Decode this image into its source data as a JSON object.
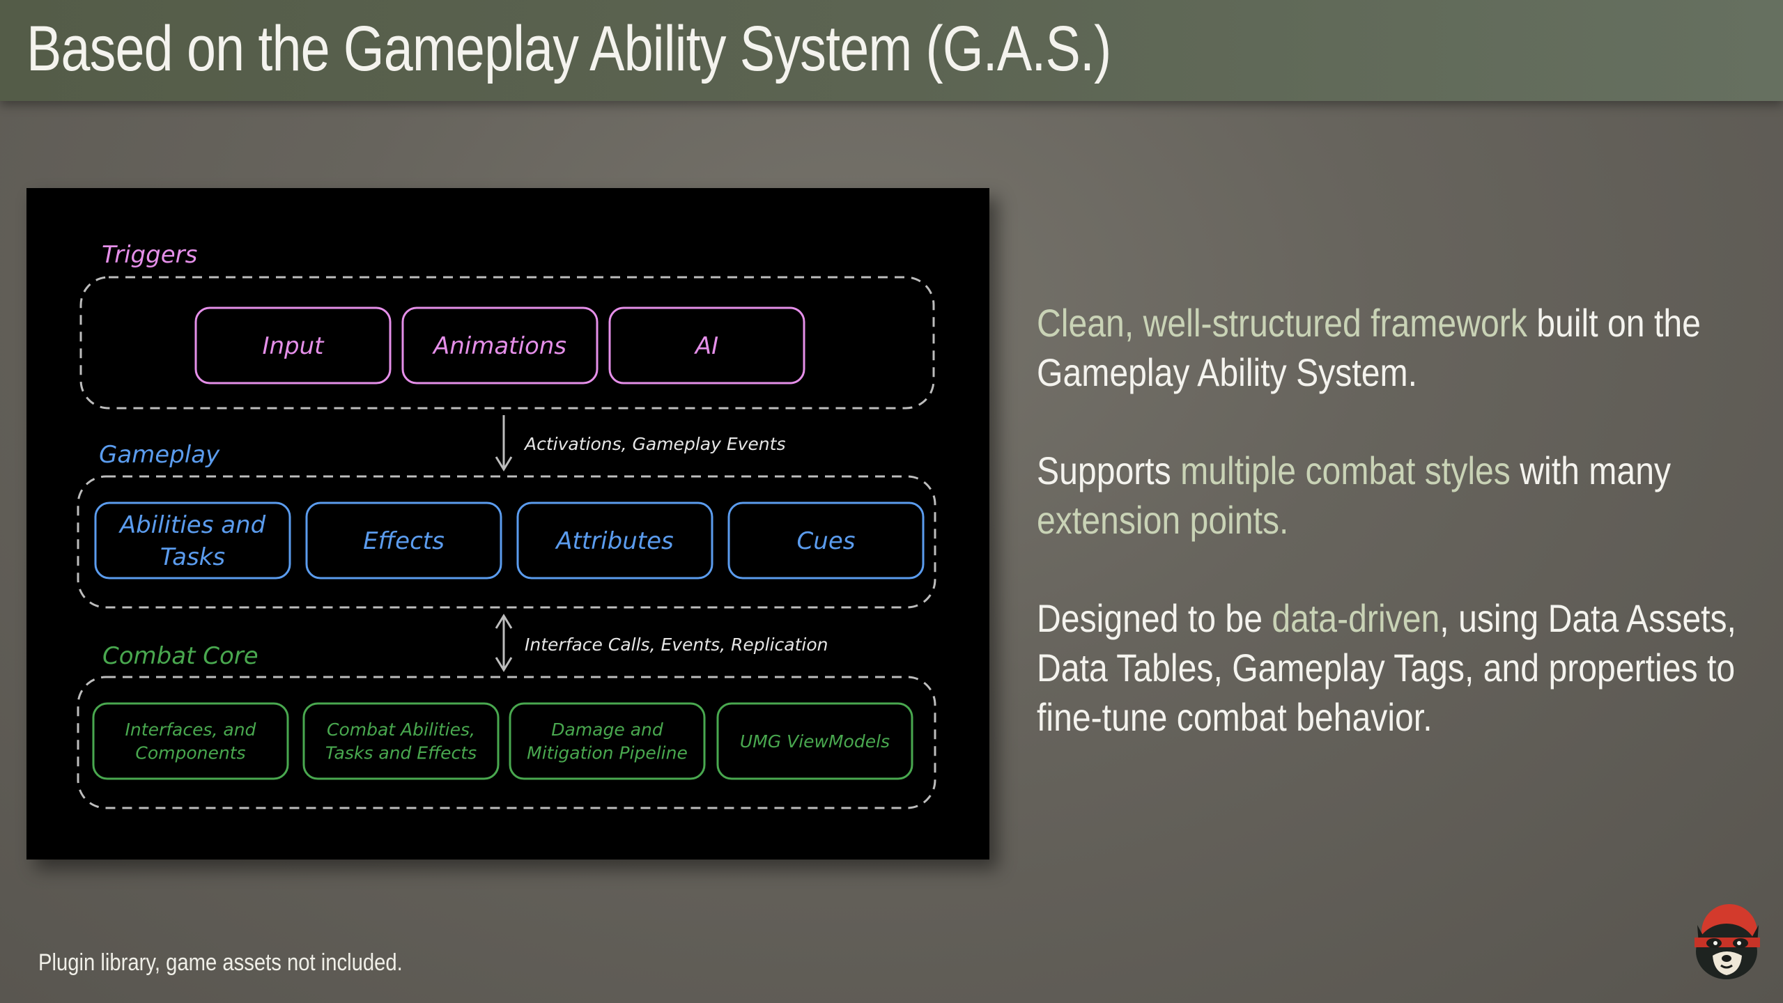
{
  "header": {
    "title": "Based on the Gameplay Ability System (G.A.S.)"
  },
  "diagram": {
    "groups": [
      {
        "label": "Triggers",
        "color": "#e58fe9",
        "boxes": [
          {
            "lines": [
              "Input"
            ]
          },
          {
            "lines": [
              "Animations"
            ]
          },
          {
            "lines": [
              "AI"
            ]
          }
        ]
      },
      {
        "label": "Gameplay",
        "color": "#5b9cee",
        "boxes": [
          {
            "lines": [
              "Abilities and",
              "Tasks"
            ]
          },
          {
            "lines": [
              "Effects"
            ]
          },
          {
            "lines": [
              "Attributes"
            ]
          },
          {
            "lines": [
              "Cues"
            ]
          }
        ]
      },
      {
        "label": "Combat Core",
        "color": "#49a84f",
        "boxes": [
          {
            "lines": [
              "Interfaces, and",
              "Components"
            ]
          },
          {
            "lines": [
              "Combat Abilities,",
              "Tasks and Effects"
            ]
          },
          {
            "lines": [
              "Damage and",
              "Mitigation Pipeline"
            ]
          },
          {
            "lines": [
              "UMG ViewModels"
            ]
          }
        ]
      }
    ],
    "connectors": [
      {
        "label": "Activations, Gameplay Events",
        "direction": "down"
      },
      {
        "label": "Interface Calls, Events, Replication",
        "direction": "both"
      }
    ],
    "line_color": "#bdbdbd"
  },
  "points": [
    [
      {
        "t": "Clean, well-structured framework",
        "hl": true
      },
      {
        "t": " built on the Gameplay Ability System.",
        "hl": false
      }
    ],
    [
      {
        "t": "Supports ",
        "hl": false
      },
      {
        "t": "multiple combat styles",
        "hl": true
      },
      {
        "t": " with many ",
        "hl": false
      },
      {
        "t": "extension points.",
        "hl": true
      }
    ],
    [
      {
        "t": "Designed to be ",
        "hl": false
      },
      {
        "t": "data-driven",
        "hl": true
      },
      {
        "t": ", using Data Assets, Data Tables, Gameplay Tags, and properties to fine-tune combat behavior.",
        "hl": false
      }
    ]
  ],
  "footnote": "Plugin library, game assets not included.",
  "logo": {
    "icon": "panda-mascot-icon",
    "accent": "#d33a2c"
  }
}
